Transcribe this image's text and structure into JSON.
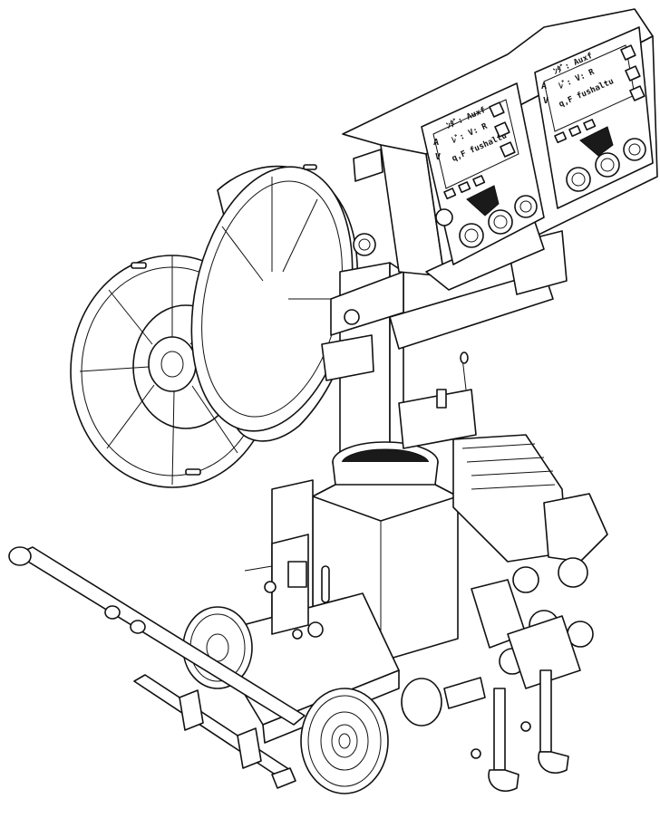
{
  "figure": {
    "panel_left": {
      "label_a": "A",
      "label_v": "V",
      "line_1": "ﾝﾀﾞ: Auxf",
      "line_2": "ﾚﾞ: V: R",
      "line_3": "q,F fushaltu"
    },
    "panel_right": {
      "label_a": "A",
      "label_v": "V",
      "line_1": "ﾝﾀﾞ: Auxf",
      "line_2": "ﾚﾞ: V: R",
      "line_3": "q,F fushaltu"
    }
  }
}
